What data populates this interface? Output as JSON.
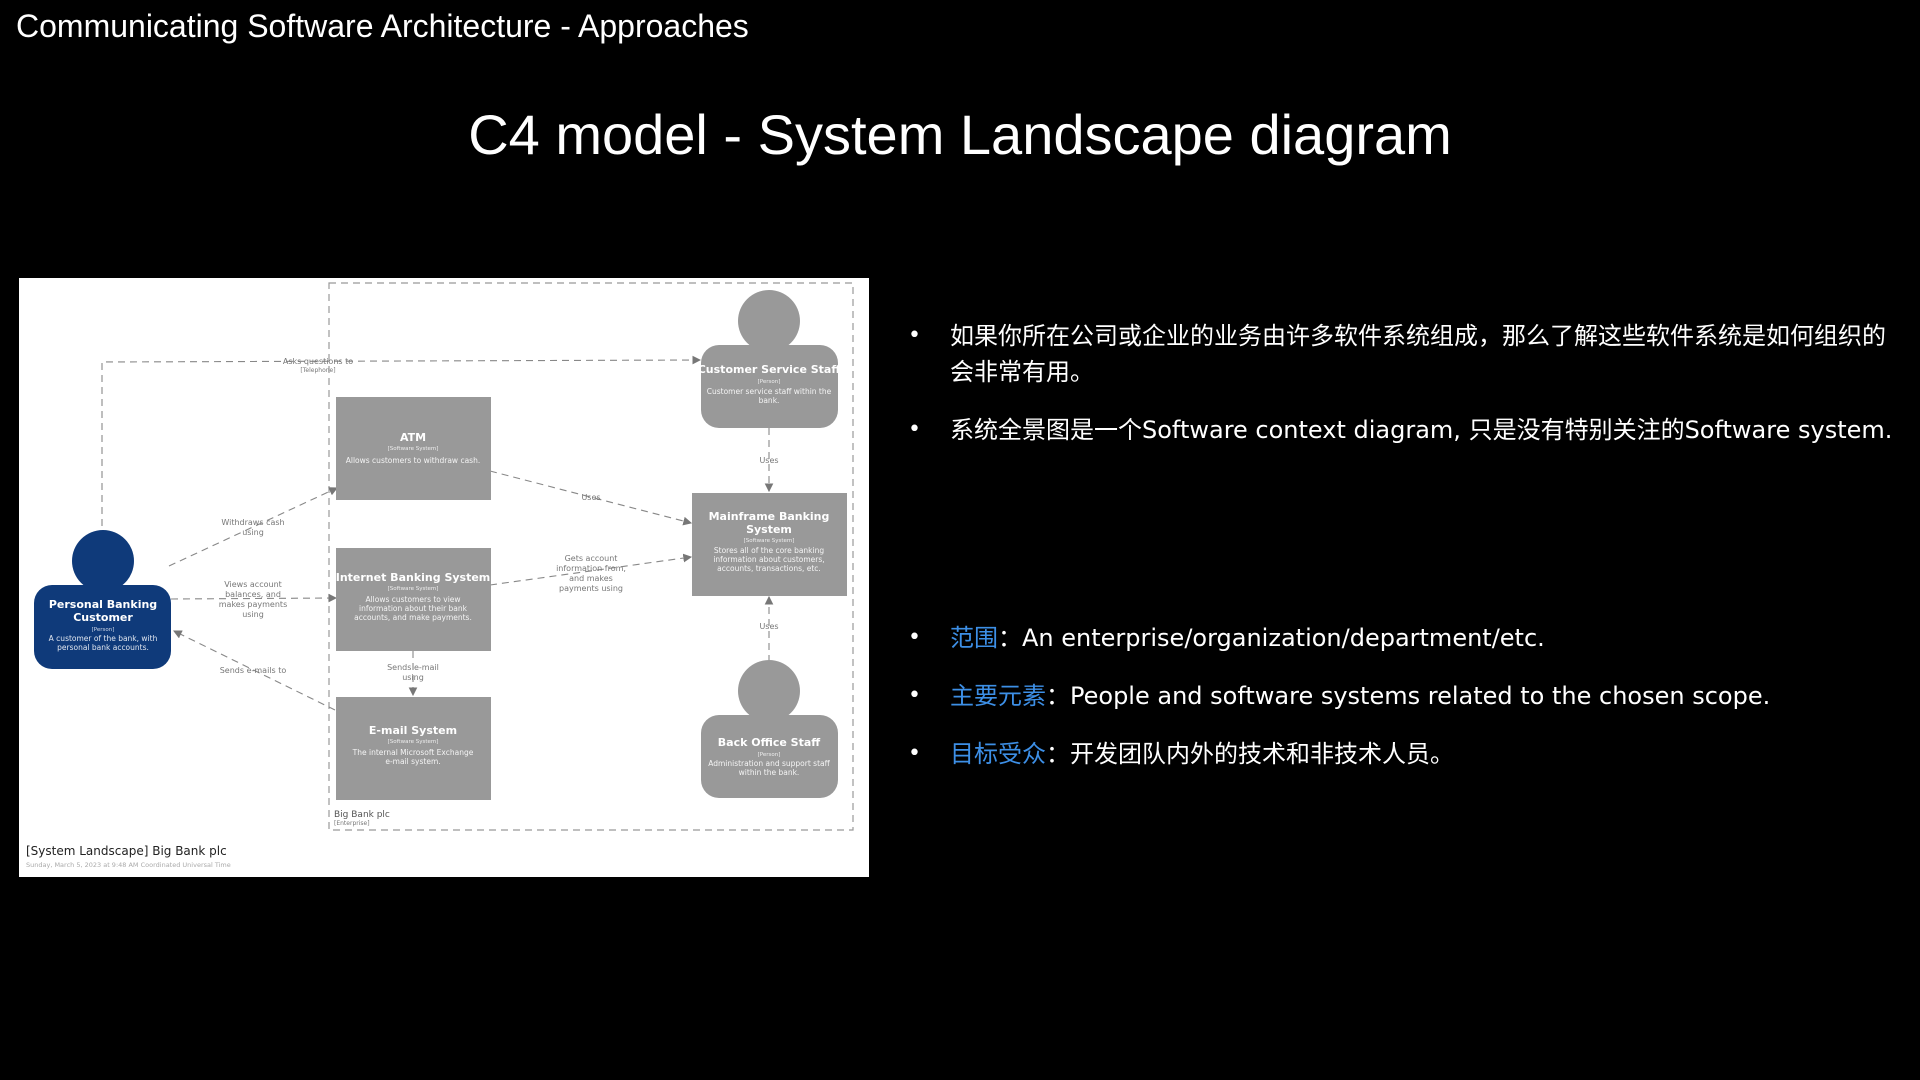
{
  "header": {
    "title": "Communicating Software Architecture - Approaches"
  },
  "slide": {
    "title": "C4 model - System Landscape diagram"
  },
  "bullets": [
    {
      "text": "如果你所在公司或企业的业务由许多软件系统组成，那么了解这些软件系统是如何组织的会非常有用。"
    },
    {
      "text": "系统全景图是一个Software context diagram, 只是没有特别关注的Software system."
    },
    {
      "label": "范围",
      "sep": "：",
      "text": "An enterprise/organization/department/etc."
    },
    {
      "label": "主要元素",
      "sep": "：",
      "text": "People and software systems related to the chosen scope."
    },
    {
      "label": "目标受众",
      "sep": "：",
      "text": "开发团队内外的技术和非技术人员。"
    }
  ],
  "colors": {
    "accent": "#3d8fe6",
    "person_blue": "#0f3a7a",
    "node_gray": "#999999"
  },
  "diagram": {
    "footer_title": "[System Landscape] Big Bank plc",
    "footer_date": "Sunday, March 5, 2023 at 9:48 AM Coordinated Universal Time",
    "boundary": {
      "name": "Big Bank plc",
      "type": "[Enterprise]"
    },
    "personal_customer": {
      "name": "Personal Banking Customer",
      "type": "[Person]",
      "desc": "A customer of the bank, with personal bank accounts."
    },
    "customer_service": {
      "name": "Customer Service Staff",
      "type": "[Person]",
      "desc": "Customer service staff within the bank."
    },
    "back_office": {
      "name": "Back Office Staff",
      "type": "[Person]",
      "desc": "Administration and support staff within the bank."
    },
    "atm": {
      "name": "ATM",
      "type": "[Software System]",
      "desc": "Allows customers to withdraw cash."
    },
    "internet_banking": {
      "name": "Internet Banking System",
      "type": "[Software System]",
      "desc": "Allows customers to view information about their bank accounts, and make payments."
    },
    "email": {
      "name": "E-mail System",
      "type": "[Software System]",
      "desc": "The internal Microsoft Exchange e-mail system."
    },
    "mainframe": {
      "name": "Mainframe Banking System",
      "type": "[Software System]",
      "desc": "Stores all of the core banking information about customers, accounts, transactions, etc."
    },
    "rel": {
      "asks": "Asks questions to",
      "asks_tech": "[Telephone]",
      "withdraws": "Withdraws cash using",
      "views": "Views account balances, and makes payments using",
      "sends_emails": "Sends e-mails to",
      "uses1": "Uses",
      "uses2": "Uses",
      "uses3": "Uses",
      "gets": "Gets account information from, and makes payments using",
      "sends_email_using": "Sends e-mail using"
    }
  }
}
